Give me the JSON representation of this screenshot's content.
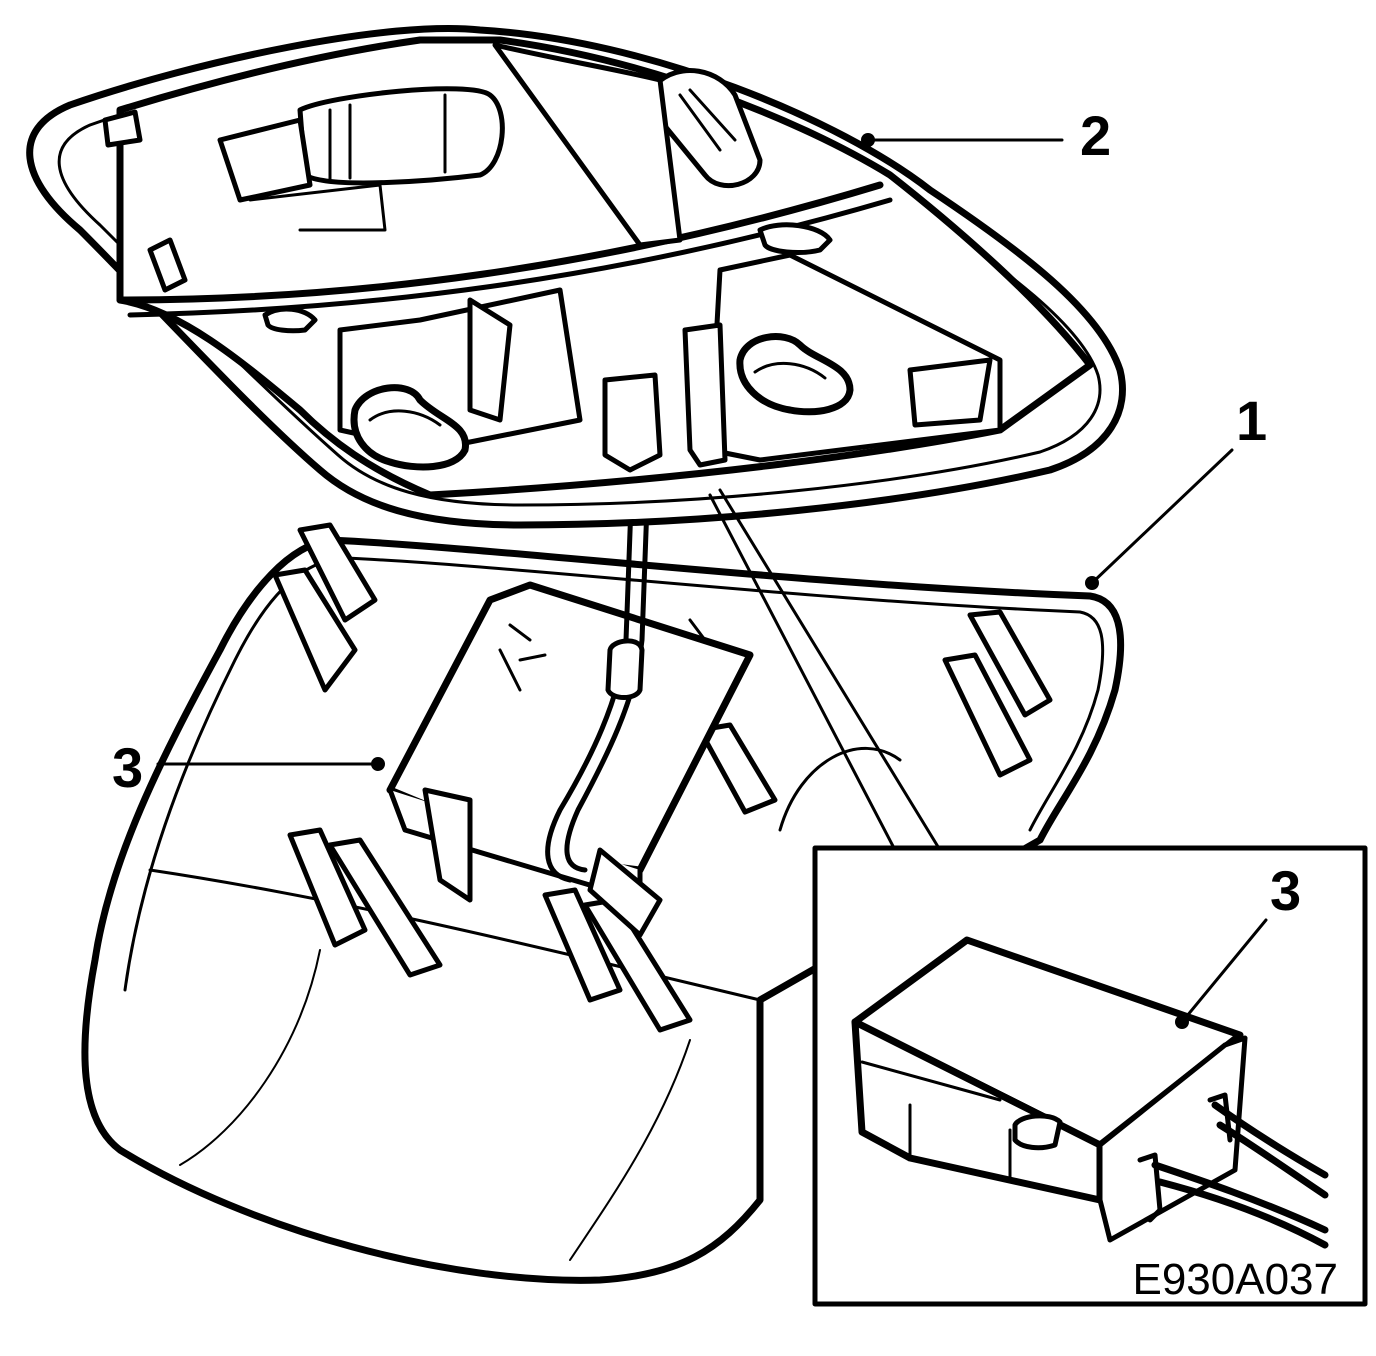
{
  "figure": {
    "id_label": "E930A037",
    "callouts": {
      "housing": "1",
      "lamp_unit": "2",
      "module_main": "3",
      "module_detail": "3"
    }
  },
  "colors": {
    "ink": "#000000",
    "paper": "#ffffff"
  }
}
